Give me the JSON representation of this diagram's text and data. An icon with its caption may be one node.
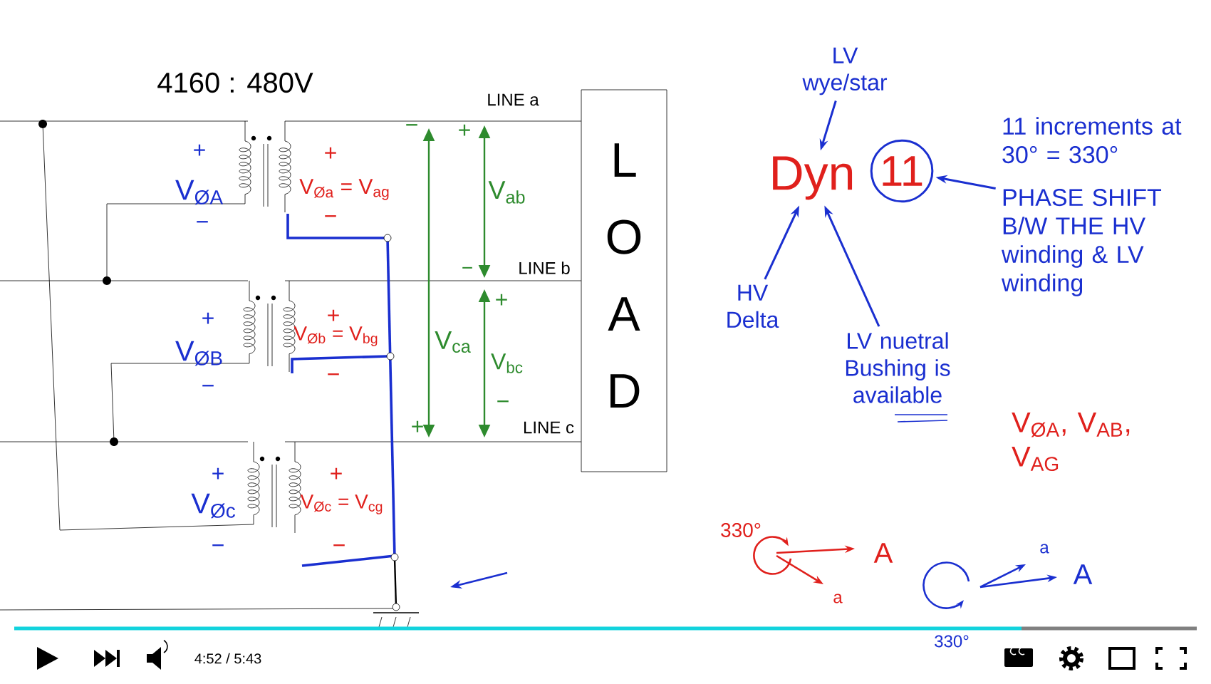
{
  "diagram": {
    "nodes": [
      {
        "text": [
          "L",
          "O",
          "A",
          "D"
        ]
      },
      {
        "text": [
          "Dyn"
        ]
      },
      {
        "text": [
          "11"
        ]
      },
      {
        "text": [
          "LV wye/star"
        ]
      },
      {
        "text": [
          "HV Delta"
        ]
      },
      {
        "text": [
          "LV nuetral Bushing is available"
        ]
      },
      {
        "text": [
          "11 increments at 30° = 330°",
          "PHASE SHIFT B/W THE HV winding & LV winding"
        ]
      }
    ],
    "edges": [
      {
        "from": 3,
        "to": 1,
        "arrow": "to"
      },
      {
        "from": 4,
        "to": 1,
        "arrow": "to"
      },
      {
        "from": 5,
        "to": 1,
        "arrow": "to"
      },
      {
        "from": 6,
        "to": 2,
        "arrow": "to"
      }
    ],
    "labels": [
      "4160 : 480V",
      "LINE a",
      "+",
      "V$_{ØA}$",
      "−",
      "+",
      "V$_{Øa}$ = V$_{ag}$",
      "−",
      "−",
      "+",
      "V$_{ab}$",
      "−",
      "LINE b",
      "+",
      "V$_{ca}$",
      "V$_{bc}$",
      "+",
      "V$_{ØB}$",
      "−",
      "+",
      "V$_{Øb}$ = V$_{bg}$",
      "−",
      "+",
      "−",
      "LINE c",
      "+",
      "V$_{Øc}$",
      "−",
      "+",
      "V$_{Øc}$ = V$_{cg}$",
      "−",
      "V$_{ØA}$, V$_{AB}$, V$_{AG}$",
      "330°",
      "A",
      "a",
      "a",
      "A",
      "330°",
      "4:52 / 5:43"
    ]
  }
}
